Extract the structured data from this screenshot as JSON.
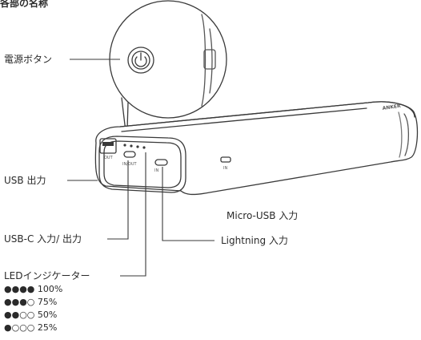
{
  "header": {
    "text": "各部の名称"
  },
  "labels": {
    "power_button": "電源ボタン",
    "usb_output": "USB 出力",
    "usbc_io": "USB-C 入力/ 出力",
    "led_indicator": "LEDインジケーター",
    "micro_usb_input": "Micro-USB 入力",
    "lightning_input": "Lightning 入力"
  },
  "led_levels": [
    {
      "dots": "●●●● ",
      "text": "100%"
    },
    {
      "dots": "●●●○ ",
      "text": "75%"
    },
    {
      "dots": "●●○○ ",
      "text": "50%"
    },
    {
      "dots": "●○○○ ",
      "text": "25%"
    }
  ],
  "port_marks": {
    "out": "OUT",
    "in_out": "IN/OUT",
    "in": "IN",
    "in_side": "IN",
    "brand": "ANKER"
  },
  "colors": {
    "line": "#3a3a3a",
    "body": "#ffffff",
    "text": "#2a2a2a"
  }
}
